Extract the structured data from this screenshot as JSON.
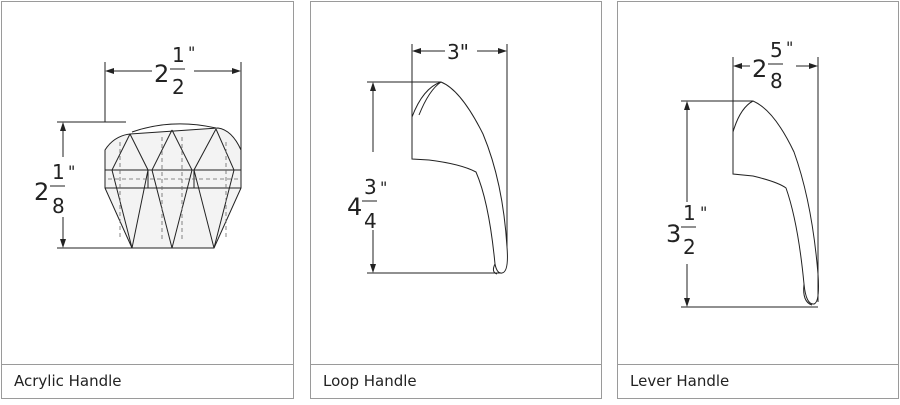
{
  "panels": [
    {
      "caption": "Acrylic Handle",
      "width_dim": {
        "whole": "2",
        "num": "1",
        "den": "2",
        "unit": "\""
      },
      "height_dim": {
        "whole": "2",
        "num": "1",
        "den": "8",
        "unit": "\""
      }
    },
    {
      "caption": "Loop Handle",
      "width_dim": {
        "label": "3\""
      },
      "height_dim": {
        "whole": "4",
        "num": "3",
        "den": "4",
        "unit": "\""
      }
    },
    {
      "caption": "Lever Handle",
      "width_dim": {
        "whole": "2",
        "num": "5",
        "den": "8",
        "unit": "\""
      },
      "height_dim": {
        "whole": "3",
        "num": "1",
        "den": "2",
        "unit": "\""
      }
    }
  ]
}
